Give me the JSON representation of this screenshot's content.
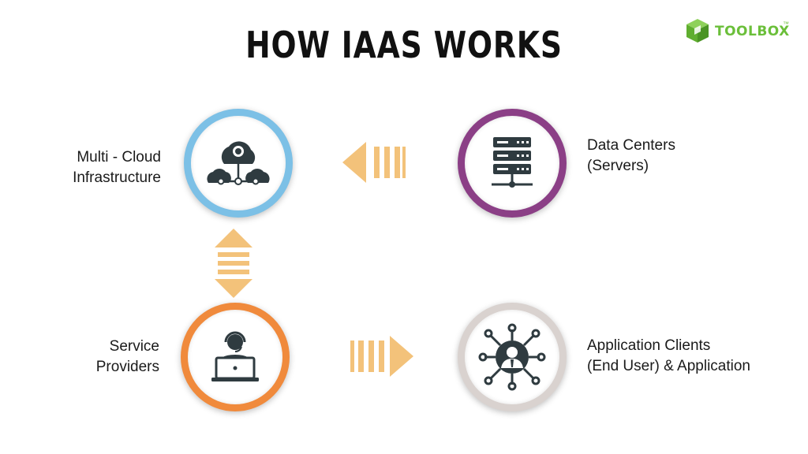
{
  "title": "HOW IAAS WORKS",
  "logo": {
    "text": "TOOLBOX",
    "tm": "™",
    "color": "#6bbf3a"
  },
  "nodes": {
    "cloud": {
      "label_line1": "Multi - Cloud",
      "label_line2": "Infrastructure",
      "ring_color": "#7cc0e6",
      "icon": "cloud-network-icon"
    },
    "datacenters": {
      "label_line1": "Data Centers",
      "label_line2": "(Servers)",
      "ring_color": "#8b3f86",
      "icon": "server-rack-icon"
    },
    "providers": {
      "label_line1": "Service",
      "label_line2": "Providers",
      "ring_color": "#f08a3c",
      "icon": "support-agent-icon"
    },
    "clients": {
      "label_line1": "Application Clients",
      "label_line2": "(End User) & Application",
      "ring_color": "#d9d2cf",
      "icon": "user-network-icon"
    }
  },
  "arrow_color": "#f3c27a",
  "icon_color": "#2f3b40"
}
